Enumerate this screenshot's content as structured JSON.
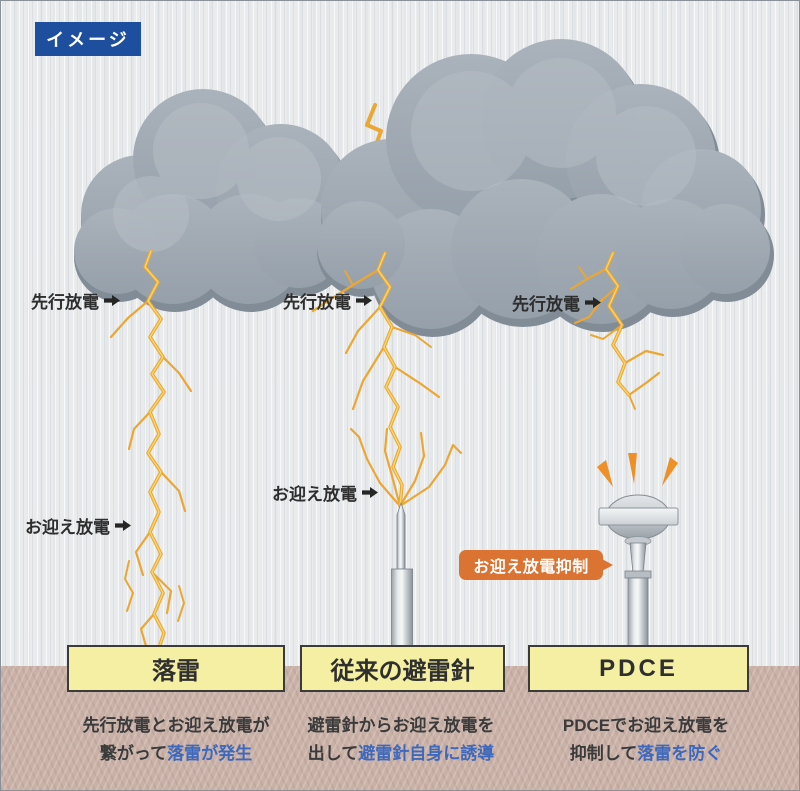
{
  "header": {
    "tag_label": "イメージ"
  },
  "annotations": {
    "leading_discharge": "先行放電",
    "welcome_discharge": "お迎え放電",
    "suppression_badge": "お迎え放電抑制"
  },
  "columns": [
    {
      "title": "落雷",
      "desc_line1": "先行放電とお迎え放電が",
      "desc_line2_pre": "繋がって",
      "desc_line2_highlight": "落雷が発生"
    },
    {
      "title": "従来の避雷針",
      "desc_line1": "避雷針からお迎え放電を",
      "desc_line2_pre": "出して",
      "desc_line2_highlight": "避雷針自身に誘導"
    },
    {
      "title": "PDCE",
      "desc_line1": "PDCEでお迎え放電を",
      "desc_line2_pre": "抑制して",
      "desc_line2_highlight": "落雷を防ぐ"
    }
  ],
  "colors": {
    "tag_blue": "#1d4f9e",
    "highlight_blue": "#3e68bc",
    "badge_orange": "#db7332",
    "lightning_orange": "#eba732",
    "spark_orange": "#ee8f27",
    "label_box_yellow": "#f4efa2",
    "ground_brown": "#c9b1a7",
    "cloud_gray": "#9ca5af",
    "sky_gray": "#e9ebed",
    "text_dark": "#3b3b3b"
  }
}
